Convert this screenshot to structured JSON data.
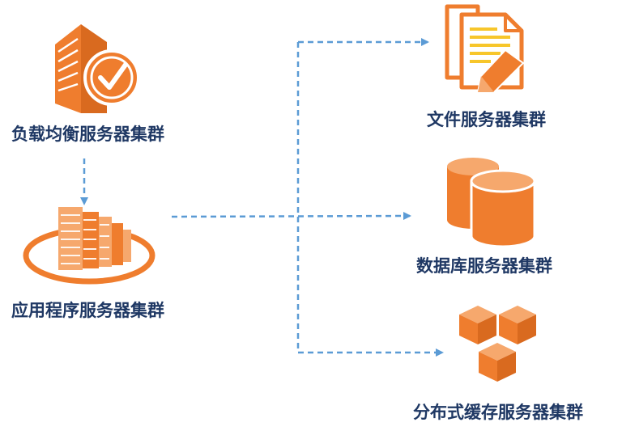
{
  "colors": {
    "orange": "#ef7d2e",
    "orange_light": "#f6a86d",
    "orange_dark": "#d96a1f",
    "connector": "#5b9bd5",
    "label_text": "#1f3864"
  },
  "nodes": {
    "load_balancer": {
      "label": "负载均衡服务器集群",
      "icon": "building-check-icon"
    },
    "app_server": {
      "label": "应用程序服务器集群",
      "icon": "server-rack-icon"
    },
    "file_server": {
      "label": "文件服务器集群",
      "icon": "documents-pen-icon"
    },
    "db_server": {
      "label": "数据库服务器集群",
      "icon": "database-cylinders-icon"
    },
    "cache_server": {
      "label": "分布式缓存服务器集群",
      "icon": "cubes-icon"
    }
  },
  "edges": [
    {
      "from": "load_balancer",
      "to": "app_server",
      "style": "dashed-arrow"
    },
    {
      "from": "app_server",
      "to": "file_server",
      "style": "dashed-arrow"
    },
    {
      "from": "app_server",
      "to": "db_server",
      "style": "dashed-arrow"
    },
    {
      "from": "app_server",
      "to": "cache_server",
      "style": "dashed-arrow"
    }
  ]
}
